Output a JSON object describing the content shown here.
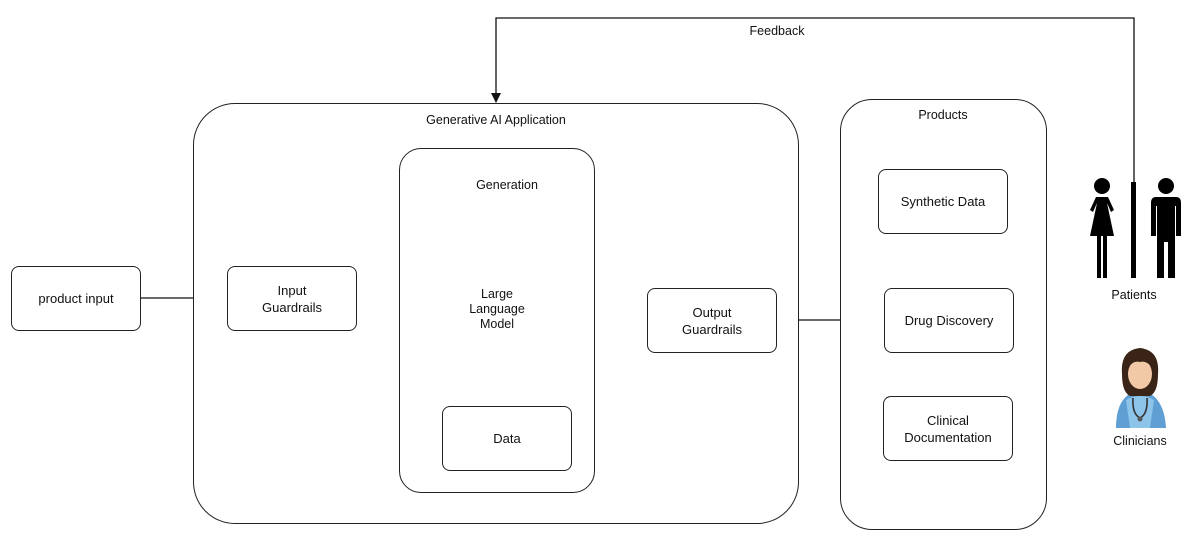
{
  "nodes": {
    "product_input": "product input",
    "input_guardrails": "Input\nGuardrails",
    "generative_app_title": "Generative AI Application",
    "generation_title": "Generation",
    "llm": "Large\nLanguage\nModel",
    "data": "Data",
    "output_guardrails": "Output\nGuardrails",
    "products_title": "Products",
    "synthetic_data": "Synthetic Data",
    "drug_discovery": "Drug Discovery",
    "clinical_documentation": "Clinical\nDocumentation"
  },
  "actors": {
    "patients": "Patients",
    "clinicians": "Clinicians"
  },
  "edges": {
    "feedback": "Feedback"
  }
}
